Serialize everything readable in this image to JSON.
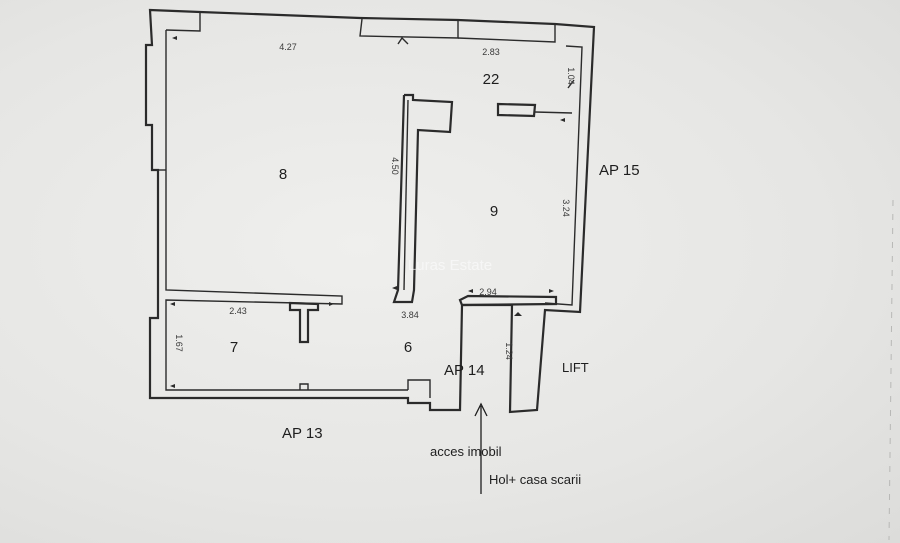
{
  "rooms": {
    "r8": "8",
    "r22": "22",
    "r9": "9",
    "r7": "7",
    "r6": "6"
  },
  "dimensions": {
    "d427": "4.27",
    "d283": "2.83",
    "d104": "1.04",
    "d450": "4.50",
    "d324": "3.24",
    "d243": "2.43",
    "d384": "3.84",
    "d294": "2.94",
    "d167": "1.67",
    "d124": "1.24"
  },
  "labels": {
    "ap15": "AP 15",
    "ap14": "AP 14",
    "ap13": "AP 13",
    "lift": "LIFT",
    "acces": "acces imobil",
    "hol": "Hol+ casa scarii"
  },
  "watermark": "Luras Estate"
}
